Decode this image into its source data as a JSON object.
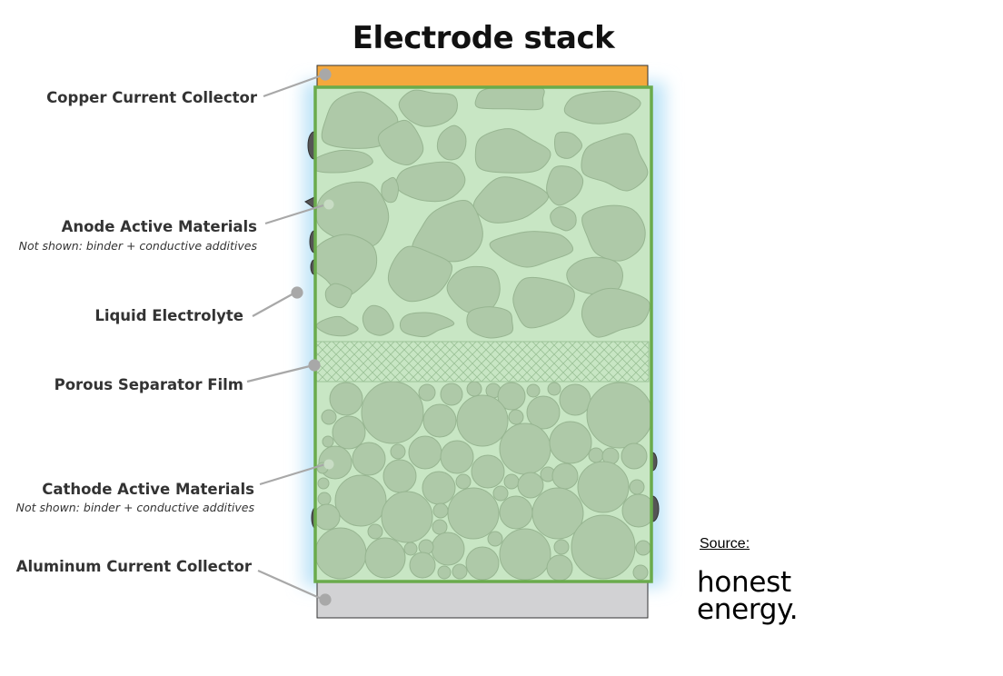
{
  "title": "Electrode stack",
  "labels": {
    "copper": "Copper Current Collector",
    "anode": "Anode Active Materials",
    "anode_note": "Not shown: binder + conductive additives",
    "electrolyte": "Liquid Electrolyte",
    "separator": "Porous Separator Film",
    "cathode": "Cathode Active Materials",
    "cathode_note": "Not shown: binder + conductive additives",
    "aluminum": "Aluminum Current Collector"
  },
  "source": {
    "label": "Source:",
    "logo_line1": "honest",
    "logo_line2": "energy."
  },
  "colors": {
    "copper": "#f5a83c",
    "aluminum": "#d2d2d4",
    "electrolyte_fill": "#c8e6c4",
    "electrolyte_glow": "#bde3f7",
    "active_particle": "#aec9a8",
    "outline": "#6aab4c",
    "leader": "#a8a8a8"
  }
}
